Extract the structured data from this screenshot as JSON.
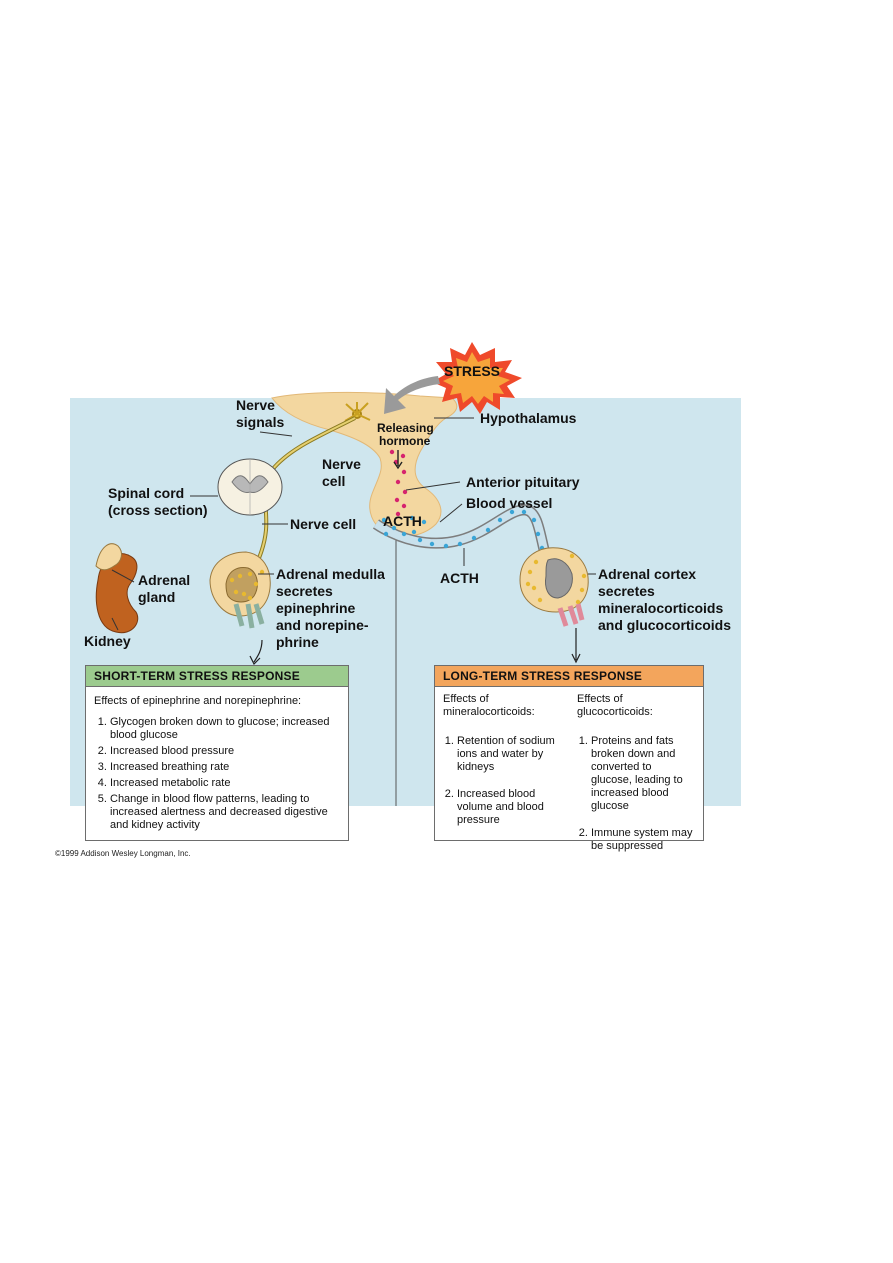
{
  "diagram": {
    "labels": {
      "stress": "STRESS",
      "nerve_signals": [
        "Nerve",
        "signals"
      ],
      "hypothalamus": "Hypothalamus",
      "releasing_hormone": [
        "Releasing",
        "hormone"
      ],
      "nerve_cell_top": [
        "Nerve",
        "cell"
      ],
      "anterior_pituitary": "Anterior pituitary",
      "blood_vessel": "Blood vessel",
      "spinal_cord": [
        "Spinal cord",
        "(cross section)"
      ],
      "nerve_cell_mid": "Nerve cell",
      "acth_pituitary": "ACTH",
      "acth_vessel": "ACTH",
      "adrenal_gland": [
        "Adrenal",
        "gland"
      ],
      "kidney": "Kidney",
      "adrenal_medulla": [
        "Adrenal medulla",
        "secretes",
        "epinephrine",
        "and norepine-",
        "phrine"
      ],
      "adrenal_cortex": [
        "Adrenal cortex",
        "secretes",
        "mineralocorticoids",
        "and glucocorticoids"
      ]
    },
    "colors": {
      "background_panel": "#cfe6ee",
      "tissue": "#f3d7a0",
      "tissue_dark": "#e2b877",
      "stress_burst": "#ef4a2b",
      "stress_burst_inner": "#f7a53b",
      "nerve_fiber": "#c9b24a",
      "releasing_hormone_dots": "#d6246e",
      "acth_dots": "#3aa5d6",
      "adrenal_dots": "#e8b92f",
      "short_term_header": "#9ccb8e",
      "long_term_header": "#f3a55c"
    }
  },
  "short_term": {
    "title": "SHORT-TERM STRESS RESPONSE",
    "intro": "Effects of epinephrine and norepinephrine:",
    "items": [
      "Glycogen broken down to glucose; increased blood glucose",
      "Increased blood pressure",
      "Increased breathing rate",
      "Increased metabolic rate",
      "Change in blood flow patterns, leading to increased alertness and decreased digestive and kidney activity"
    ]
  },
  "long_term": {
    "title": "LONG-TERM STRESS RESPONSE",
    "columns": [
      {
        "heading": "Effects of mineralocorticoids:",
        "items": [
          "Retention of sodium ions and water by kidneys",
          "Increased blood volume and blood pressure"
        ]
      },
      {
        "heading": "Effects of glucocorticoids:",
        "items": [
          "Proteins and fats broken down and converted to glucose, leading to increased blood glucose",
          "Immune system may be suppressed"
        ]
      }
    ]
  },
  "copyright": "©1999 Addison Wesley Longman, Inc."
}
